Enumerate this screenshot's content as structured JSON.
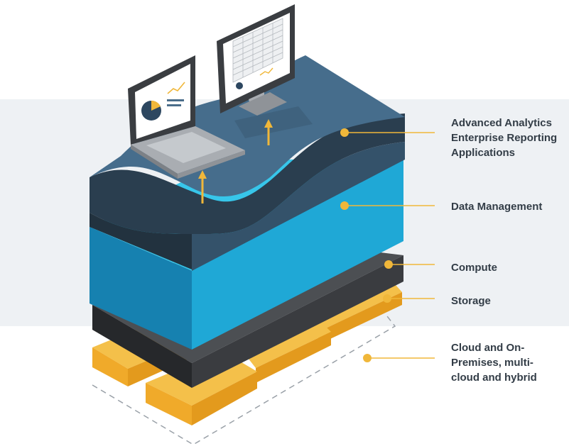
{
  "colors": {
    "band": "#eef1f4",
    "accent": "#f0b73a",
    "apps_top": "#466d8c",
    "apps_side": "#2a3e4f",
    "data_top": "#2ebfe6",
    "data_side": "#1a9ccc",
    "compute_top": "#4c4f53",
    "compute_side": "#2b2d30",
    "storage_top": "#f2b63a",
    "storage_side": "#e39a1d",
    "label_text": "#333d47"
  },
  "icons": [
    "laptop-icon",
    "monitor-icon",
    "pie-chart-icon",
    "line-chart-icon",
    "spreadsheet-icon",
    "up-arrow-icon"
  ],
  "layers": [
    {
      "id": "apps",
      "lines": [
        "Advanced Analytics",
        "Enterprise Reporting",
        "Applications"
      ]
    },
    {
      "id": "data",
      "lines": [
        "Data Management"
      ]
    },
    {
      "id": "compute",
      "lines": [
        "Compute"
      ]
    },
    {
      "id": "storage",
      "lines": [
        "Storage"
      ]
    },
    {
      "id": "cloud",
      "lines": [
        "Cloud and On-",
        "Premises, multi-",
        "cloud and hybrid"
      ]
    }
  ]
}
